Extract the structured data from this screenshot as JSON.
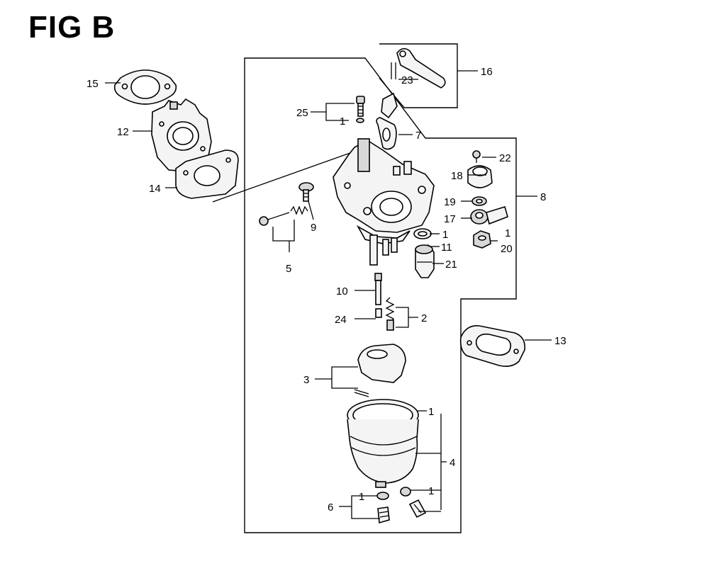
{
  "figure": {
    "title": "FIG B"
  },
  "callouts": [
    {
      "id": "c15",
      "text": "15"
    },
    {
      "id": "c12",
      "text": "12"
    },
    {
      "id": "c14",
      "text": "14"
    },
    {
      "id": "c23",
      "text": "23"
    },
    {
      "id": "c16",
      "text": "16"
    },
    {
      "id": "c25",
      "text": "25"
    },
    {
      "id": "c1a",
      "text": "1"
    },
    {
      "id": "c7",
      "text": "7"
    },
    {
      "id": "c22",
      "text": "22"
    },
    {
      "id": "c18",
      "text": "18"
    },
    {
      "id": "c8",
      "text": "8"
    },
    {
      "id": "c19",
      "text": "19"
    },
    {
      "id": "c17",
      "text": "17"
    },
    {
      "id": "c1b",
      "text": "1"
    },
    {
      "id": "c1c",
      "text": "1"
    },
    {
      "id": "c20",
      "text": "20"
    },
    {
      "id": "c9",
      "text": "9"
    },
    {
      "id": "c5",
      "text": "5"
    },
    {
      "id": "c11",
      "text": "11"
    },
    {
      "id": "c21",
      "text": "21"
    },
    {
      "id": "c10",
      "text": "10"
    },
    {
      "id": "c24",
      "text": "24"
    },
    {
      "id": "c2",
      "text": "2"
    },
    {
      "id": "c13",
      "text": "13"
    },
    {
      "id": "c3",
      "text": "3"
    },
    {
      "id": "c1d",
      "text": "1"
    },
    {
      "id": "c4",
      "text": "4"
    },
    {
      "id": "c1e",
      "text": "1"
    },
    {
      "id": "c6",
      "text": "6"
    },
    {
      "id": "c1f",
      "text": "1"
    }
  ]
}
